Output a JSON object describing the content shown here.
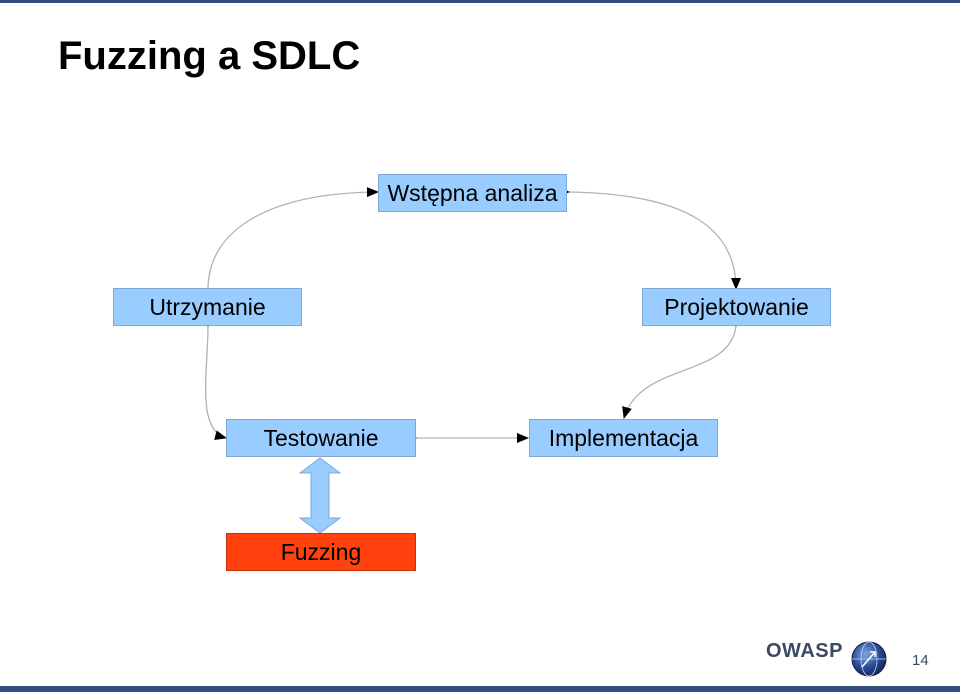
{
  "slide": {
    "title": "Fuzzing a SDLC",
    "page_number": "14"
  },
  "diagram": {
    "nodes": {
      "wstepna_analiza": "Wstępna analiza",
      "utrzymanie": "Utrzymanie",
      "projektowanie": "Projektowanie",
      "testowanie": "Testowanie",
      "implementacja": "Implementacja",
      "fuzzing": "Fuzzing"
    }
  },
  "footer": {
    "logo_text": "OWASP"
  },
  "colors": {
    "node_fill": "#99ccff",
    "fuzzing_fill": "#ff420e",
    "rule": "#2f4f7f",
    "connector": "#b3b3b3",
    "double_arrow_fill": "#99ccff"
  }
}
